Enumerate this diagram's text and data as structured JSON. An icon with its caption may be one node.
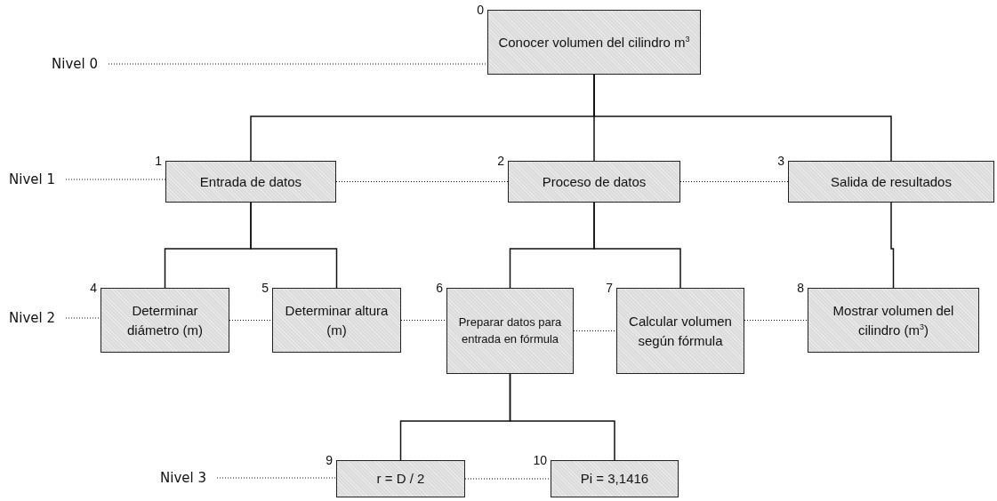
{
  "diagram": {
    "nodes": [
      {
        "text": [
          "Conocer volumen del cilindro m$^{3}$"
        ],
        "beside": [
          "0"
        ]
      },
      {
        "text": [
          "Entrada de datos"
        ],
        "beside": [
          "1"
        ]
      },
      {
        "text": [
          "Proceso de datos"
        ],
        "beside": [
          "2"
        ]
      },
      {
        "text": [
          "Salida de resultados"
        ],
        "beside": [
          "3"
        ]
      },
      {
        "text": [
          "Determinar diámetro (m)"
        ],
        "beside": [
          "4"
        ]
      },
      {
        "text": [
          "Determinar altura (m)"
        ],
        "beside": [
          "5"
        ]
      },
      {
        "text": [
          "Preparar datos para entrada en fórmula"
        ],
        "beside": [
          "6"
        ]
      },
      {
        "text": [
          "Calcular volumen según fórmula"
        ],
        "beside": [
          "7"
        ]
      },
      {
        "text": [
          "Mostrar volumen del cilindro (m$^{3}$)"
        ],
        "beside": [
          "8"
        ]
      },
      {
        "text": [
          "r = D / 2"
        ],
        "beside": [
          "9"
        ]
      },
      {
        "text": [
          "Pi = 3,1416"
        ],
        "beside": [
          "10"
        ]
      },
      {
        "text": [
          "Nivel 0"
        ]
      },
      {
        "text": [
          "Nivel 1"
        ]
      },
      {
        "text": [
          "Nivel 2"
        ]
      },
      {
        "text": [
          "Nivel 3"
        ]
      }
    ],
    "edges": [
      {
        "from": 0,
        "to": 1,
        "arrow": "none"
      },
      {
        "from": 0,
        "to": 2,
        "arrow": "none"
      },
      {
        "from": 0,
        "to": 3,
        "arrow": "none"
      },
      {
        "from": 1,
        "to": 4,
        "arrow": "none"
      },
      {
        "from": 1,
        "to": 5,
        "arrow": "none"
      },
      {
        "from": 2,
        "to": 6,
        "arrow": "none"
      },
      {
        "from": 2,
        "to": 7,
        "arrow": "none"
      },
      {
        "from": 3,
        "to": 8,
        "arrow": "none"
      },
      {
        "from": 6,
        "to": 9,
        "arrow": "none"
      },
      {
        "from": 6,
        "to": 10,
        "arrow": "none"
      },
      {
        "from": 11,
        "to": 0,
        "arrow": "none",
        "style": "dashed"
      },
      {
        "from": 12,
        "to": 1,
        "arrow": "none",
        "style": "dashed"
      },
      {
        "from": 1,
        "to": 2,
        "arrow": "none",
        "style": "dashed"
      },
      {
        "from": 2,
        "to": 3,
        "arrow": "none",
        "style": "dashed"
      },
      {
        "from": 13,
        "to": 4,
        "arrow": "none",
        "style": "dashed"
      },
      {
        "from": 4,
        "to": 5,
        "arrow": "none",
        "style": "dashed"
      },
      {
        "from": 5,
        "to": 6,
        "arrow": "none",
        "style": "dashed"
      },
      {
        "from": 6,
        "to": 7,
        "arrow": "none",
        "style": "dashed"
      },
      {
        "from": 7,
        "to": 8,
        "arrow": "none",
        "style": "dashed"
      },
      {
        "from": 14,
        "to": 9,
        "arrow": "none",
        "style": "dashed"
      },
      {
        "from": 9,
        "to": 10,
        "arrow": "none",
        "style": "dashed"
      }
    ]
  }
}
